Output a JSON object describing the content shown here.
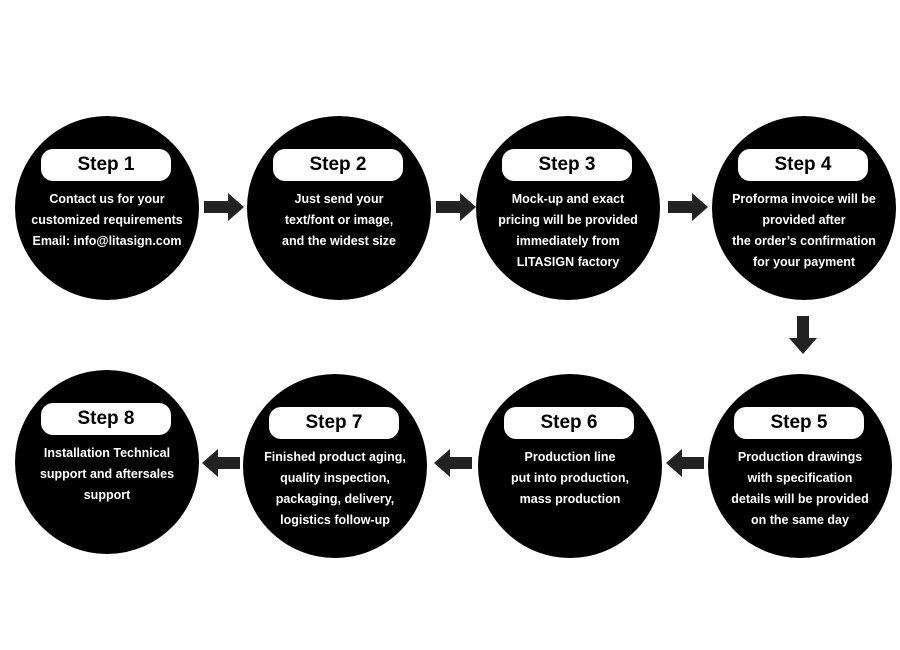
{
  "colors": {
    "circle": "#000000",
    "label_bg": "#ffffff",
    "text": "#ffffff",
    "arrow": "#222222"
  },
  "steps": [
    {
      "label": "Step 1",
      "text": "Contact us for your\ncustomized requirements\nEmail: info@litasign.com"
    },
    {
      "label": "Step 2",
      "text": "Just send your\ntext/font or image,\nand the widest size"
    },
    {
      "label": "Step 3",
      "text": "Mock-up and exact\npricing will be provided\nimmediately from\nLITASIGN factory"
    },
    {
      "label": "Step 4",
      "text": "Proforma invoice will be\nprovided after\nthe order’s confirmation\nfor your payment"
    },
    {
      "label": "Step 5",
      "text": "Production drawings\nwith specification\ndetails will be provided\non the same day"
    },
    {
      "label": "Step 6",
      "text": "Production line\nput into production,\nmass production"
    },
    {
      "label": "Step 7",
      "text": "Finished product aging,\nquality inspection,\npackaging, delivery,\nlogistics follow-up"
    },
    {
      "label": "Step 8",
      "text": "Installation Technical\nsupport and aftersales\nsupport"
    }
  ],
  "arrows": [
    {
      "name": "arrow-1-to-2-icon",
      "direction": "right"
    },
    {
      "name": "arrow-2-to-3-icon",
      "direction": "right"
    },
    {
      "name": "arrow-3-to-4-icon",
      "direction": "right"
    },
    {
      "name": "arrow-4-to-5-icon",
      "direction": "down"
    },
    {
      "name": "arrow-5-to-6-icon",
      "direction": "left"
    },
    {
      "name": "arrow-6-to-7-icon",
      "direction": "left"
    },
    {
      "name": "arrow-7-to-8-icon",
      "direction": "left"
    }
  ]
}
